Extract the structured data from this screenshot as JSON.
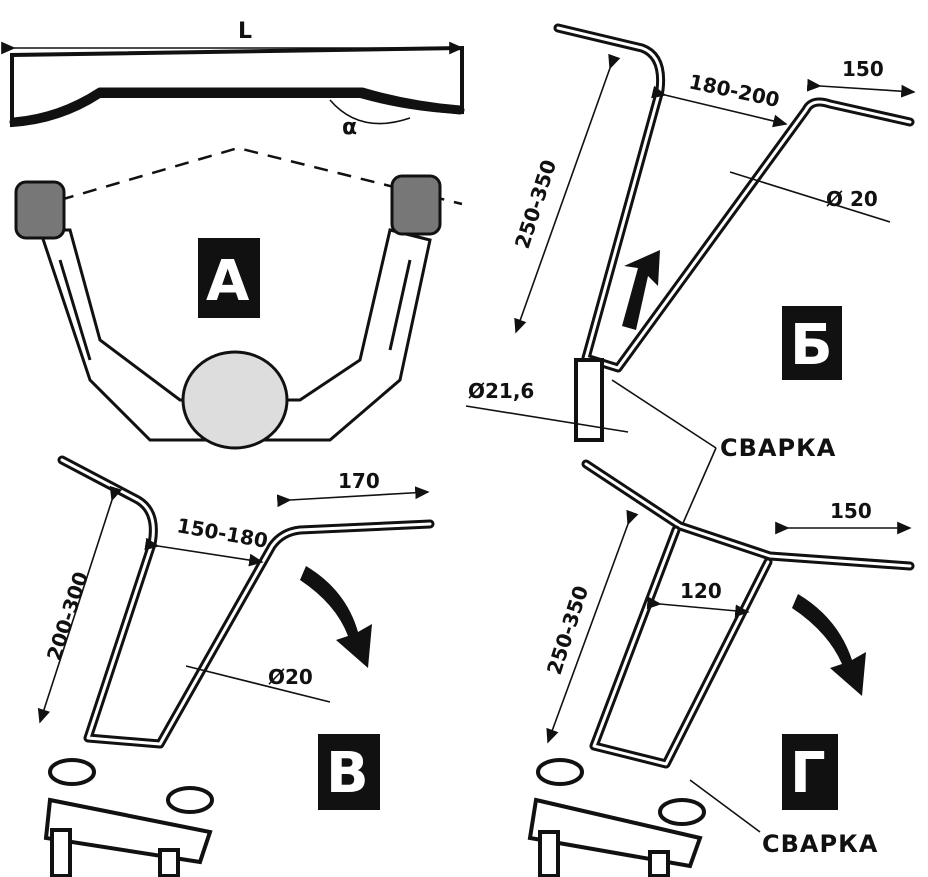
{
  "panels": {
    "a": {
      "letter": "А",
      "length_label": "L",
      "angle_label": "α"
    },
    "b": {
      "letter": "Б",
      "dim_top": "180-200",
      "dim_grip": "150",
      "dim_height": "250-350",
      "dim_bar_diameter": "Ø 20",
      "dim_stem_diameter": "Ø21,6"
    },
    "v": {
      "letter": "В",
      "dim_top": "150-180",
      "dim_grip": "170",
      "dim_height": "200-300",
      "dim_bar_diameter": "Ø20"
    },
    "g": {
      "letter": "Г",
      "dim_grip": "150",
      "dim_spacing": "120",
      "dim_height": "250-350"
    }
  },
  "weld_labels": {
    "top": "СВАРКА",
    "bottom": "СВАРКА"
  },
  "colors": {
    "ink": "#111111",
    "paper": "#ffffff"
  }
}
